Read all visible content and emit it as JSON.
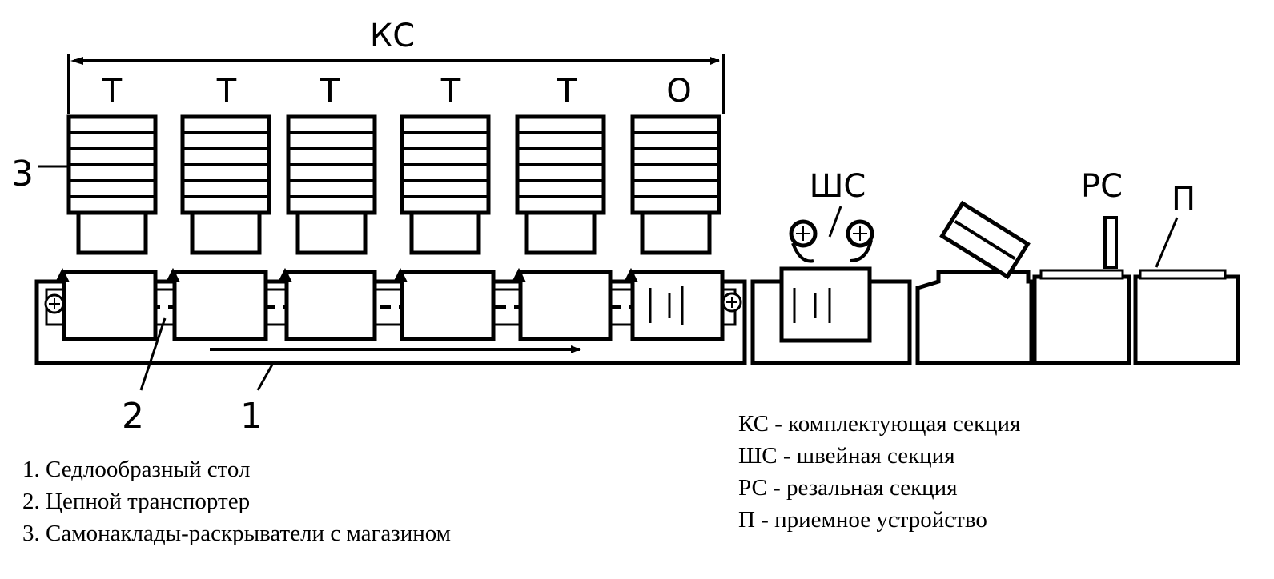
{
  "diagram": {
    "group_label": "КС",
    "feeder_labels": [
      "Т",
      "Т",
      "Т",
      "Т",
      "Т",
      "О"
    ],
    "callouts": {
      "one": "1",
      "two": "2",
      "three": "3"
    },
    "section_labels": {
      "stitching": "ШС",
      "cutting": "РС",
      "receiving": "П"
    }
  },
  "legend_left": [
    "1. Седлообразный стол",
    "2. Цепной транспортер",
    "3. Самонаклады-раскрыватели с магазином"
  ],
  "legend_right": [
    "КС - комплектующая секция",
    "ШС - швейная секция",
    "РС - резальная секция",
    "П - приемное устройство"
  ]
}
